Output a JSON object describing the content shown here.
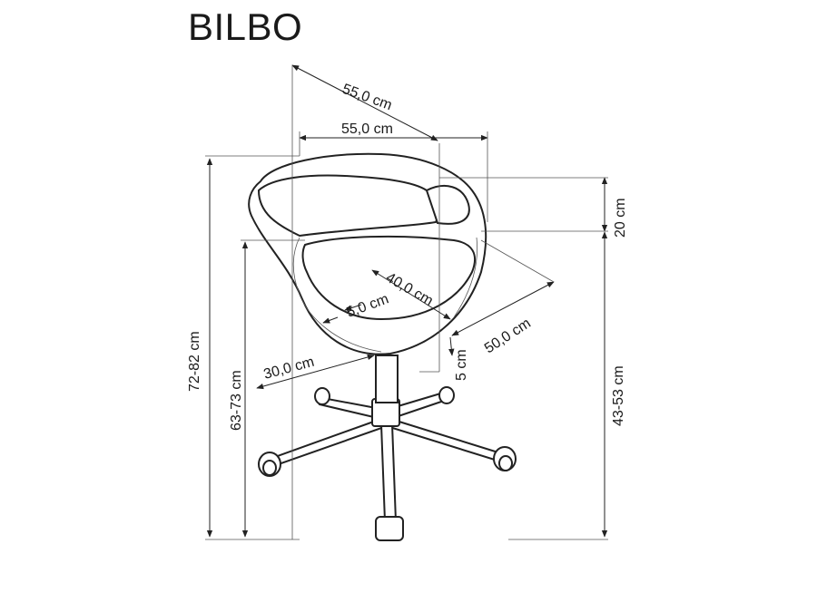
{
  "product": {
    "name": "BILBO"
  },
  "dimensions": {
    "depth_diag": "55,0 cm",
    "width": "55,0 cm",
    "back_height": "20 cm",
    "seat_depth": "40,0 cm",
    "padding": "5,0 cm",
    "seat_width": "50,0 cm",
    "armrest_gap": "5 cm",
    "base_radius": "30,0 cm",
    "total_height": "72-82 cm",
    "armrest_height": "63-73 cm",
    "seat_height": "43-53 cm"
  }
}
